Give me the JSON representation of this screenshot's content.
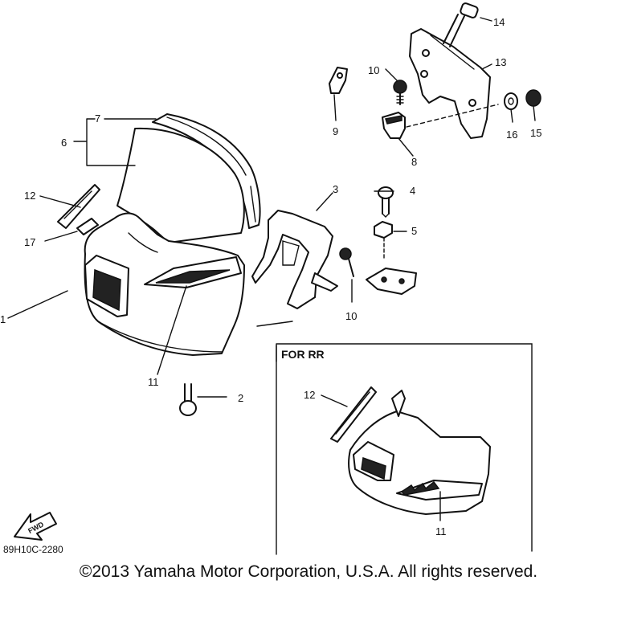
{
  "callouts": {
    "c1": "1",
    "c2": "2",
    "c3": "3",
    "c4": "4",
    "c5": "5",
    "c6": "6",
    "c7": "7",
    "c8": "8",
    "c9": "9",
    "c10a": "10",
    "c10b": "10",
    "c11": "11",
    "c12": "12",
    "c13": "13",
    "c14": "14",
    "c15": "15",
    "c16": "16",
    "c17": "17",
    "inset_12": "12",
    "inset_11": "11"
  },
  "inset": {
    "title": "FOR RR"
  },
  "fwd_mark": "FWD",
  "diagram_code": "89H10C-2280",
  "copyright": "©2013 Yamaha Motor Corporation, U.S.A. All rights reserved."
}
